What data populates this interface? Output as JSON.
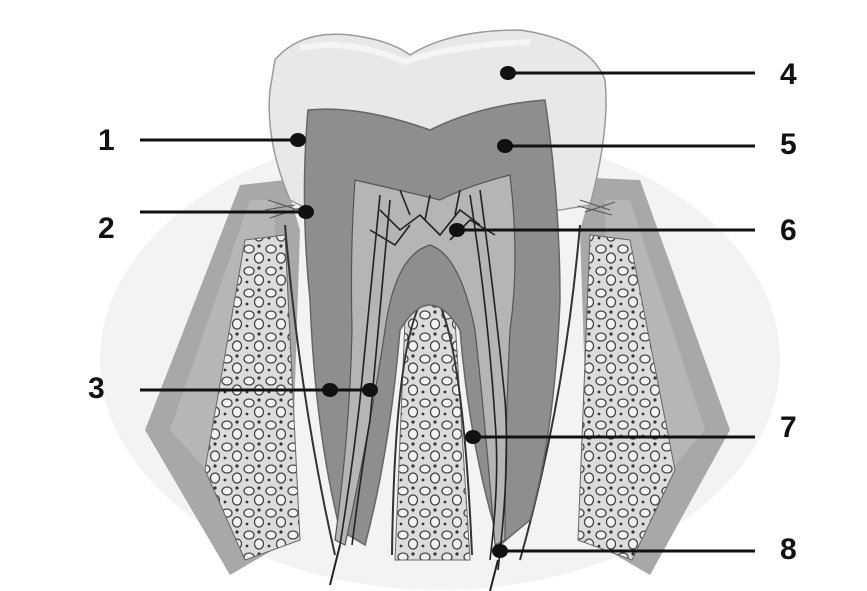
{
  "labels": [
    {
      "id": "1",
      "text": "1"
    },
    {
      "id": "2",
      "text": "2"
    },
    {
      "id": "3",
      "text": "3"
    },
    {
      "id": "4",
      "text": "4"
    },
    {
      "id": "5",
      "text": "5"
    },
    {
      "id": "6",
      "text": "6"
    },
    {
      "id": "7",
      "text": "7"
    },
    {
      "id": "8",
      "text": "8"
    }
  ],
  "colors": {
    "background": "#ffffff",
    "enamel": "#e6e6e6",
    "dentin": "#8f8f8f",
    "pulp": "#b9b9b9",
    "gum": "#a9a9a9",
    "bone": "#d9d9d9",
    "ink": "#111111"
  }
}
